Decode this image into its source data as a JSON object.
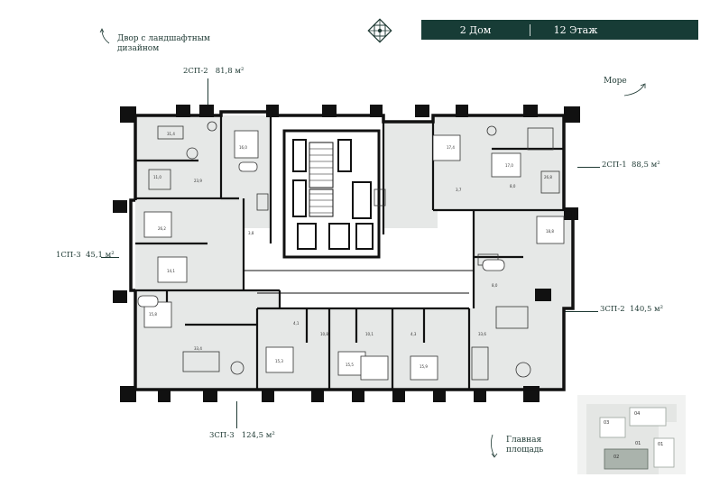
{
  "header": {
    "building": "2 Дом",
    "floor": "12 Этаж"
  },
  "annotations": {
    "courtyard": [
      "Двор с ландшафтным",
      "дизайном"
    ],
    "sea": "Море",
    "square": [
      "Главная",
      "площадь"
    ]
  },
  "units": [
    {
      "id": "2СП-2",
      "area": "81,8 м²"
    },
    {
      "id": "2СП-1",
      "area": "88,5 м²"
    },
    {
      "id": "1СП-3",
      "area": "45,1 м²"
    },
    {
      "id": "3СП-2",
      "area": "140,5 м²"
    },
    {
      "id": "3СП-3",
      "area": "124,5 м²"
    }
  ],
  "minimap": {
    "sections": [
      "01",
      "02",
      "03",
      "04"
    ]
  },
  "colors": {
    "header_bg": "#173c36",
    "wall": "#111111",
    "room_tint": "#e6e8e7",
    "accent": "#c9cfc8"
  }
}
